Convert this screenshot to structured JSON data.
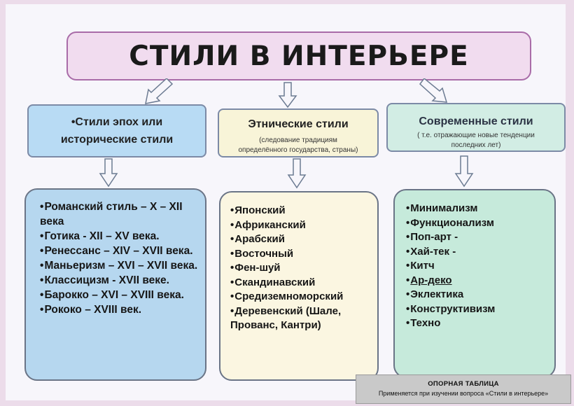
{
  "title": "СТИЛИ В ИНТЕРЬЕРЕ",
  "categories": [
    {
      "title_line1": "•Стили эпох или",
      "title_line2": "исторические стили",
      "items": [
        "Романский стиль – X – XII века",
        "Готика - XII – XV века.",
        "Ренессанс – XIV – XVII века.",
        "Маньеризм – XVI – XVII века.",
        "Классицизм - XVII веке.",
        "Барокко – XVI – XVIII века.",
        "Рококо – XVIII век."
      ]
    },
    {
      "title_line1": "Этнические стили",
      "subtitle_line1": "(следование традициям",
      "subtitle_line2": "определённого государства, страны)",
      "items": [
        "Японский",
        "Африканский",
        "Арабский",
        "Восточный",
        "Фен-шуй",
        "Скандинавский",
        "Средиземноморский",
        "Деревенский  (Шале, Прованс, Кантри)"
      ]
    },
    {
      "title_line1": "Современные стили",
      "subtitle_line1": "( т.е. отражающие новые тенденции",
      "subtitle_line2": "последних лет)",
      "items": [
        "Минимализм",
        "Функционализм",
        "Поп-арт -",
        "Хай-тек -",
        "Китч",
        "Ар-деко",
        "Эклектика",
        "Конструктивизм",
        "Техно"
      ]
    }
  ],
  "bullet": "•",
  "footer": {
    "title": "ОПОРНАЯ ТАБЛИЦА",
    "subtitle": "Применяется при изучении вопроса  «Стили в интерьере»"
  }
}
